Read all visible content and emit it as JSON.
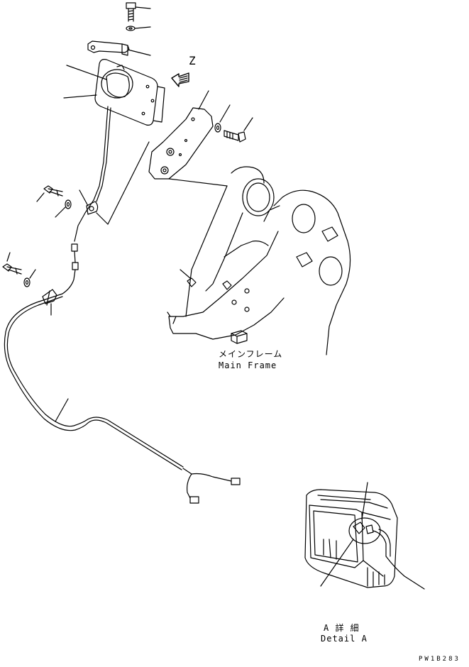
{
  "labels": {
    "view_marker": "Z",
    "main_frame_jp": "メインフレーム",
    "main_frame_en": "Main Frame",
    "detail_jp": "A 詳 細",
    "detail_en": "Detail A",
    "drawing_code": "PW1B283"
  },
  "colors": {
    "line": "#000000",
    "background": "#ffffff"
  }
}
